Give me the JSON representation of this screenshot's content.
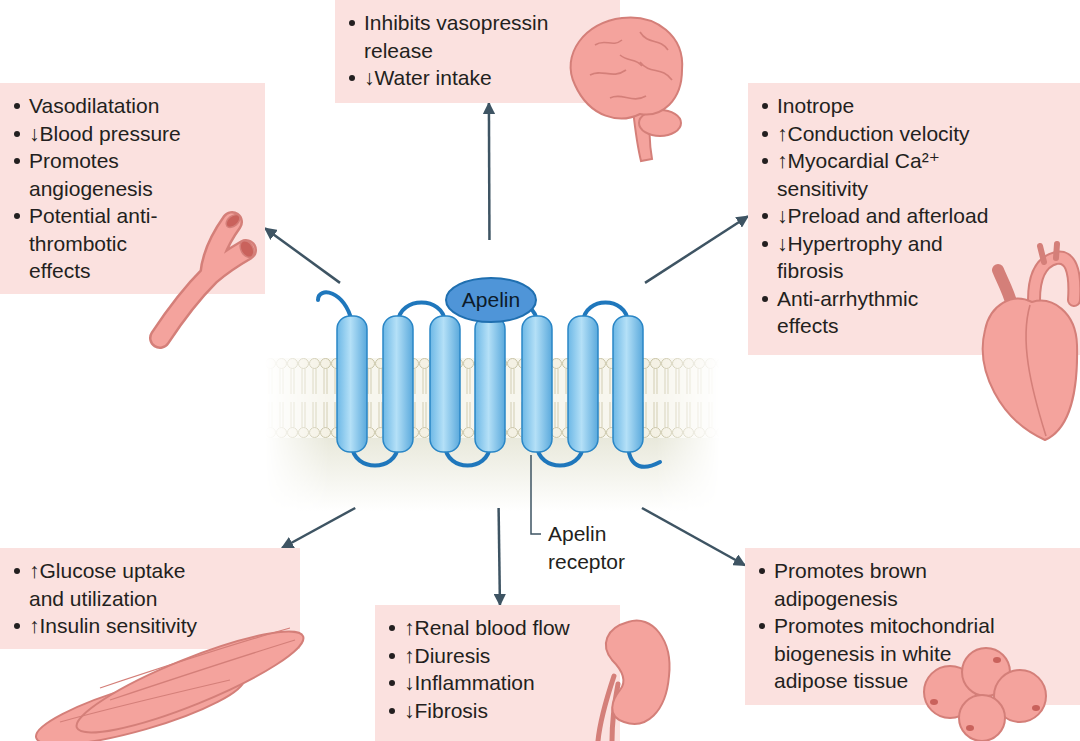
{
  "diagram": {
    "nodes": [
      {
        "text": [
          "Vasodilatation",
          "↓Blood pressure",
          "Promotes angiogenesis",
          "Potential anti-thrombotic effects"
        ]
      },
      {
        "text": [
          "Inhibits vasopressin release",
          "↓Water intake"
        ]
      },
      {
        "text": [
          "Inotrope",
          "↑Conduction velocity",
          "↑Myocardial Ca²⁺ sensitivity",
          "↓Preload and afterload",
          "↓Hypertrophy and fibrosis",
          "Anti-arrhythmic effects"
        ]
      },
      {
        "text": [
          "Apelin"
        ]
      },
      {
        "text": [
          "Apelin receptor"
        ]
      },
      {
        "text": [
          "↑Glucose uptake and utilization",
          "↑Insulin sensitivity"
        ]
      },
      {
        "text": [
          "↑Renal blood flow",
          "↑Diuresis",
          "↓Inflammation",
          "↓Fibrosis"
        ]
      },
      {
        "text": [
          "Promotes brown adipogenesis",
          "Promotes mitochondrial biogenesis in white adipose tissue"
        ]
      }
    ],
    "edges": [
      {
        "from": 4,
        "to": 0,
        "arrow": "to"
      },
      {
        "from": 4,
        "to": 1,
        "arrow": "to"
      },
      {
        "from": 4,
        "to": 2,
        "arrow": "to"
      },
      {
        "from": 4,
        "to": 5,
        "arrow": "to"
      },
      {
        "from": 4,
        "to": 6,
        "arrow": "to"
      },
      {
        "from": 4,
        "to": 7,
        "arrow": "to"
      }
    ]
  }
}
